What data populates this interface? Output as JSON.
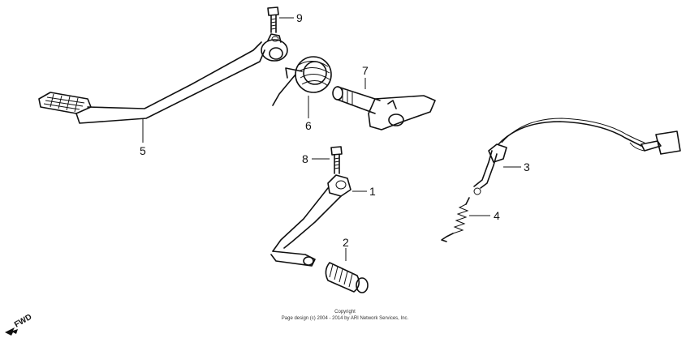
{
  "callouts": [
    {
      "id": "1",
      "label": "1"
    },
    {
      "id": "2",
      "label": "2"
    },
    {
      "id": "3",
      "label": "3"
    },
    {
      "id": "4",
      "label": "4"
    },
    {
      "id": "5",
      "label": "5"
    },
    {
      "id": "6",
      "label": "6"
    },
    {
      "id": "7",
      "label": "7"
    },
    {
      "id": "8",
      "label": "8"
    },
    {
      "id": "9",
      "label": "9"
    }
  ],
  "direction_marker": {
    "label": "FWD"
  },
  "copyright": {
    "line1": "Copyright",
    "line2": "Page design (c) 2004 - 2014 by ARI Network Services, Inc."
  }
}
